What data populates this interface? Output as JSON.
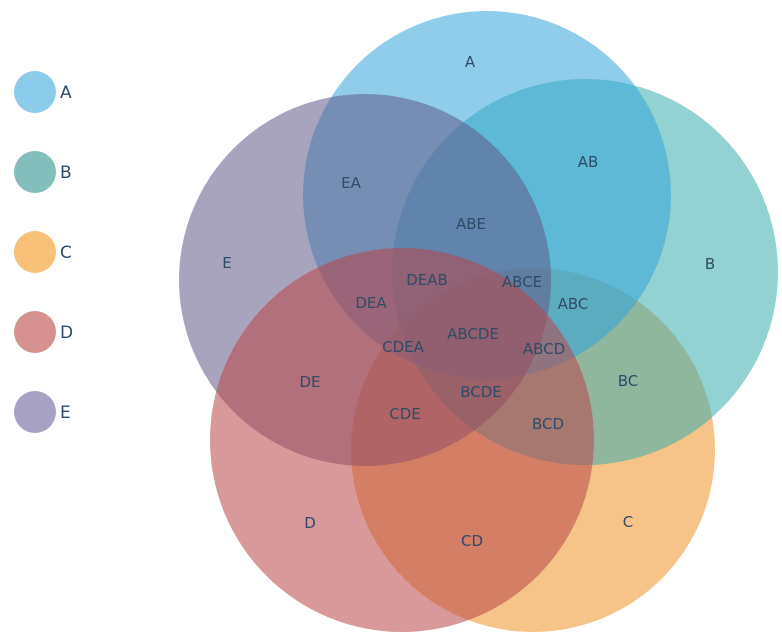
{
  "figure": {
    "background_color": "#ffffff",
    "label_color": "#2F4B68"
  },
  "legend": {
    "items": [
      {
        "label": "A",
        "color": "#8CCCEB"
      },
      {
        "label": "B",
        "color": "#82BEBB"
      },
      {
        "label": "C",
        "color": "#F7C277"
      },
      {
        "label": "D",
        "color": "#D6908F"
      },
      {
        "label": "E",
        "color": "#A7A2C3"
      }
    ]
  },
  "venn": {
    "type": "venn",
    "set_names": [
      "A",
      "B",
      "C",
      "D",
      "E"
    ],
    "sets": [
      {
        "name": "A",
        "color": "#33A4DA"
      },
      {
        "name": "B",
        "color": "#3BADAD"
      },
      {
        "name": "C",
        "color": "#EF9328"
      },
      {
        "name": "D",
        "color": "#BA4549"
      },
      {
        "name": "E",
        "color": "#625987"
      }
    ],
    "fill_opacity": "0.55",
    "regions": [
      {
        "label": "A"
      },
      {
        "label": "AB"
      },
      {
        "label": "B"
      },
      {
        "label": "EA"
      },
      {
        "label": "ABE"
      },
      {
        "label": "E"
      },
      {
        "label": "DEAB"
      },
      {
        "label": "ABCE"
      },
      {
        "label": "DEA"
      },
      {
        "label": "ABC"
      },
      {
        "label": "ABCDE"
      },
      {
        "label": "CDEA"
      },
      {
        "label": "ABCD"
      },
      {
        "label": "DE"
      },
      {
        "label": "BC"
      },
      {
        "label": "BCDE"
      },
      {
        "label": "CDE"
      },
      {
        "label": "BCD"
      },
      {
        "label": "D"
      },
      {
        "label": "C"
      },
      {
        "label": "CD"
      }
    ]
  }
}
